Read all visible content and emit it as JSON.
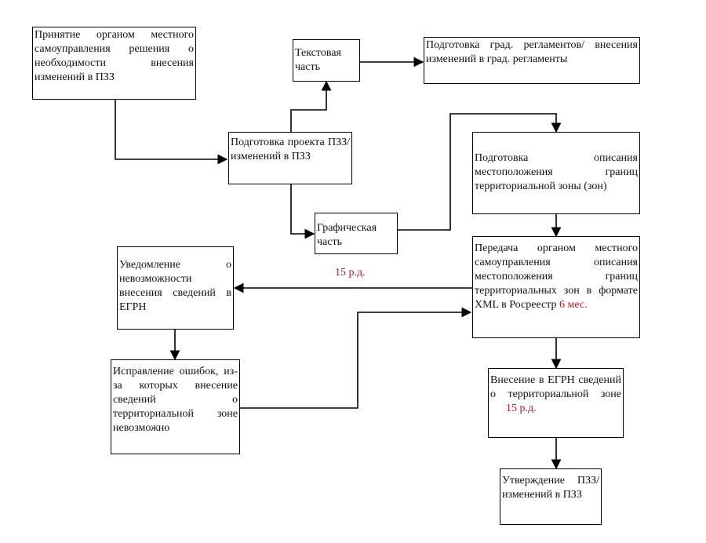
{
  "nodes": {
    "decision": "Принятие органом местного самоуправления решения о необходимости внесения изменений в ПЗЗ",
    "text_part": "Текстовая часть",
    "reglament": "Подготовка град. регламентов/ внесения изменений в град. регламенты",
    "project": "Подготовка проекта ПЗЗ/изменений в ПЗЗ",
    "graphic_part": "Графическая часть",
    "description": "Подготовка описания местоположения границ территориальной зоны (зон)",
    "transfer": "Передача органом местного самоуправления описания местоположения границ территориальных зон в формате XML в Росреестр",
    "transfer_term": "6 мес.",
    "notice": "Уведомление о невозможности внесения сведений в ЕГРН",
    "fix": "Исправление ошибок, из-за которых внесение сведений о территориальной зоне невозможно",
    "egrn": "Внесение в ЕГРН сведений о территориальной зоне",
    "egrn_term": "15 р.д.",
    "approve": "Утверждение ПЗЗ/ изменений в ПЗЗ"
  },
  "labels": {
    "notice_term": "15 р.д."
  }
}
